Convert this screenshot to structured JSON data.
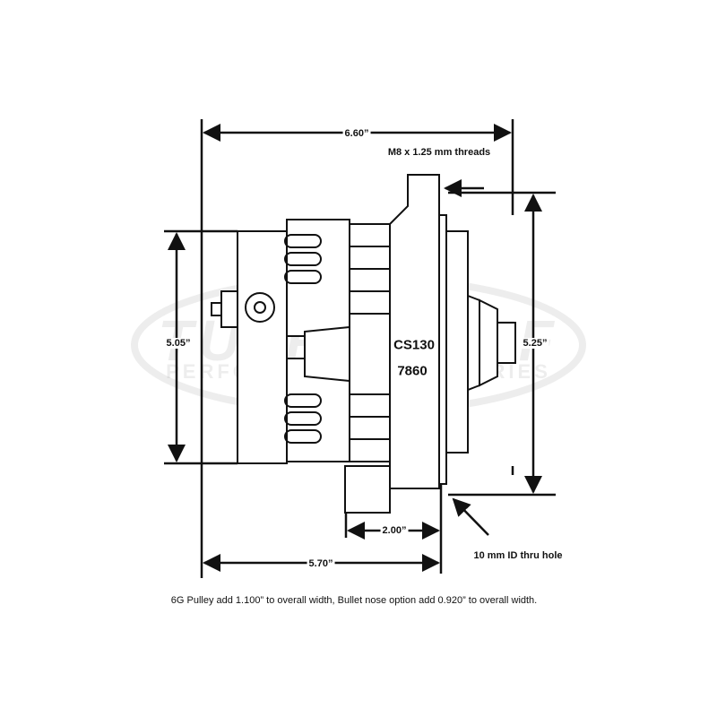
{
  "watermark": {
    "brand": "TUFF STUFF",
    "tagline": "PERFORMANCE ACCESSORIES"
  },
  "dimensions": {
    "overall_width": "6.60”",
    "mount_width": "5.70”",
    "case_depth": "2.00”",
    "rear_height": "5.05”",
    "mount_height": "5.25”"
  },
  "callouts": {
    "threads": "M8 x 1.25 mm threads",
    "thru_hole": "10 mm ID thru hole"
  },
  "model": {
    "series": "CS130",
    "part_number": "7860"
  },
  "footnote": "6G Pulley add 1.100” to overall width, Bullet nose option add 0.920” to overall width."
}
